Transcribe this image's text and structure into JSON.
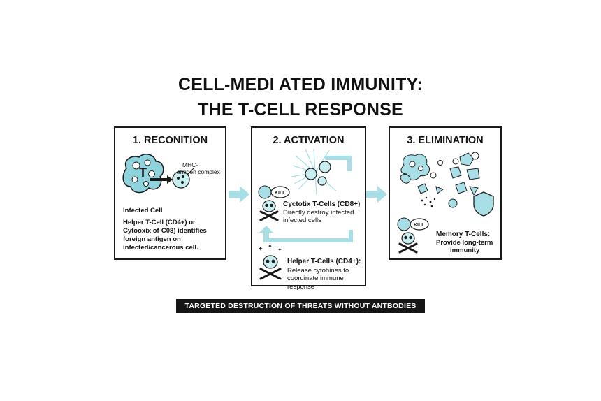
{
  "title": {
    "line1": "CELL-MEDI ATED IMMUNITY:",
    "line2": "THE T-CELL RESPONSE"
  },
  "panels": [
    {
      "heading": "1. RECONITION",
      "mhc_label_1": "MHC-",
      "mhc_label_2": "antigen complex",
      "t_label": "T",
      "infected_label": "Infected Cell",
      "body_lines": [
        "Helper T-Cell (CD4+) or",
        "Cytooxix of-C08) identifies",
        "foreign antigen on",
        "infected/cancerous cell."
      ]
    },
    {
      "heading": "2. ACTIVATION",
      "kill_label": "KILL",
      "cytotoxic_title": "Cyctotix T-Cells (CD8+)",
      "cytotoxic_lines": [
        "Directly destroy infected",
        "infected cells"
      ],
      "helper_title": "Helper T-Cells (CD4+):",
      "helper_lines": [
        "Release cytohines to",
        "coordinate immune response"
      ]
    },
    {
      "heading": "3. ELIMINATION",
      "kill_label": "KILL",
      "memory_title": "Memory T-Cells:",
      "memory_lines": [
        "Provide long-term",
        "immunity"
      ]
    }
  ],
  "banner": "TARGETED DESTRUCTION OF THREATS WITHOUT ANTBODIES",
  "colors": {
    "accent": "#8fd3dc",
    "accent_light": "#c9eef2",
    "ink": "#1a1a1a"
  }
}
